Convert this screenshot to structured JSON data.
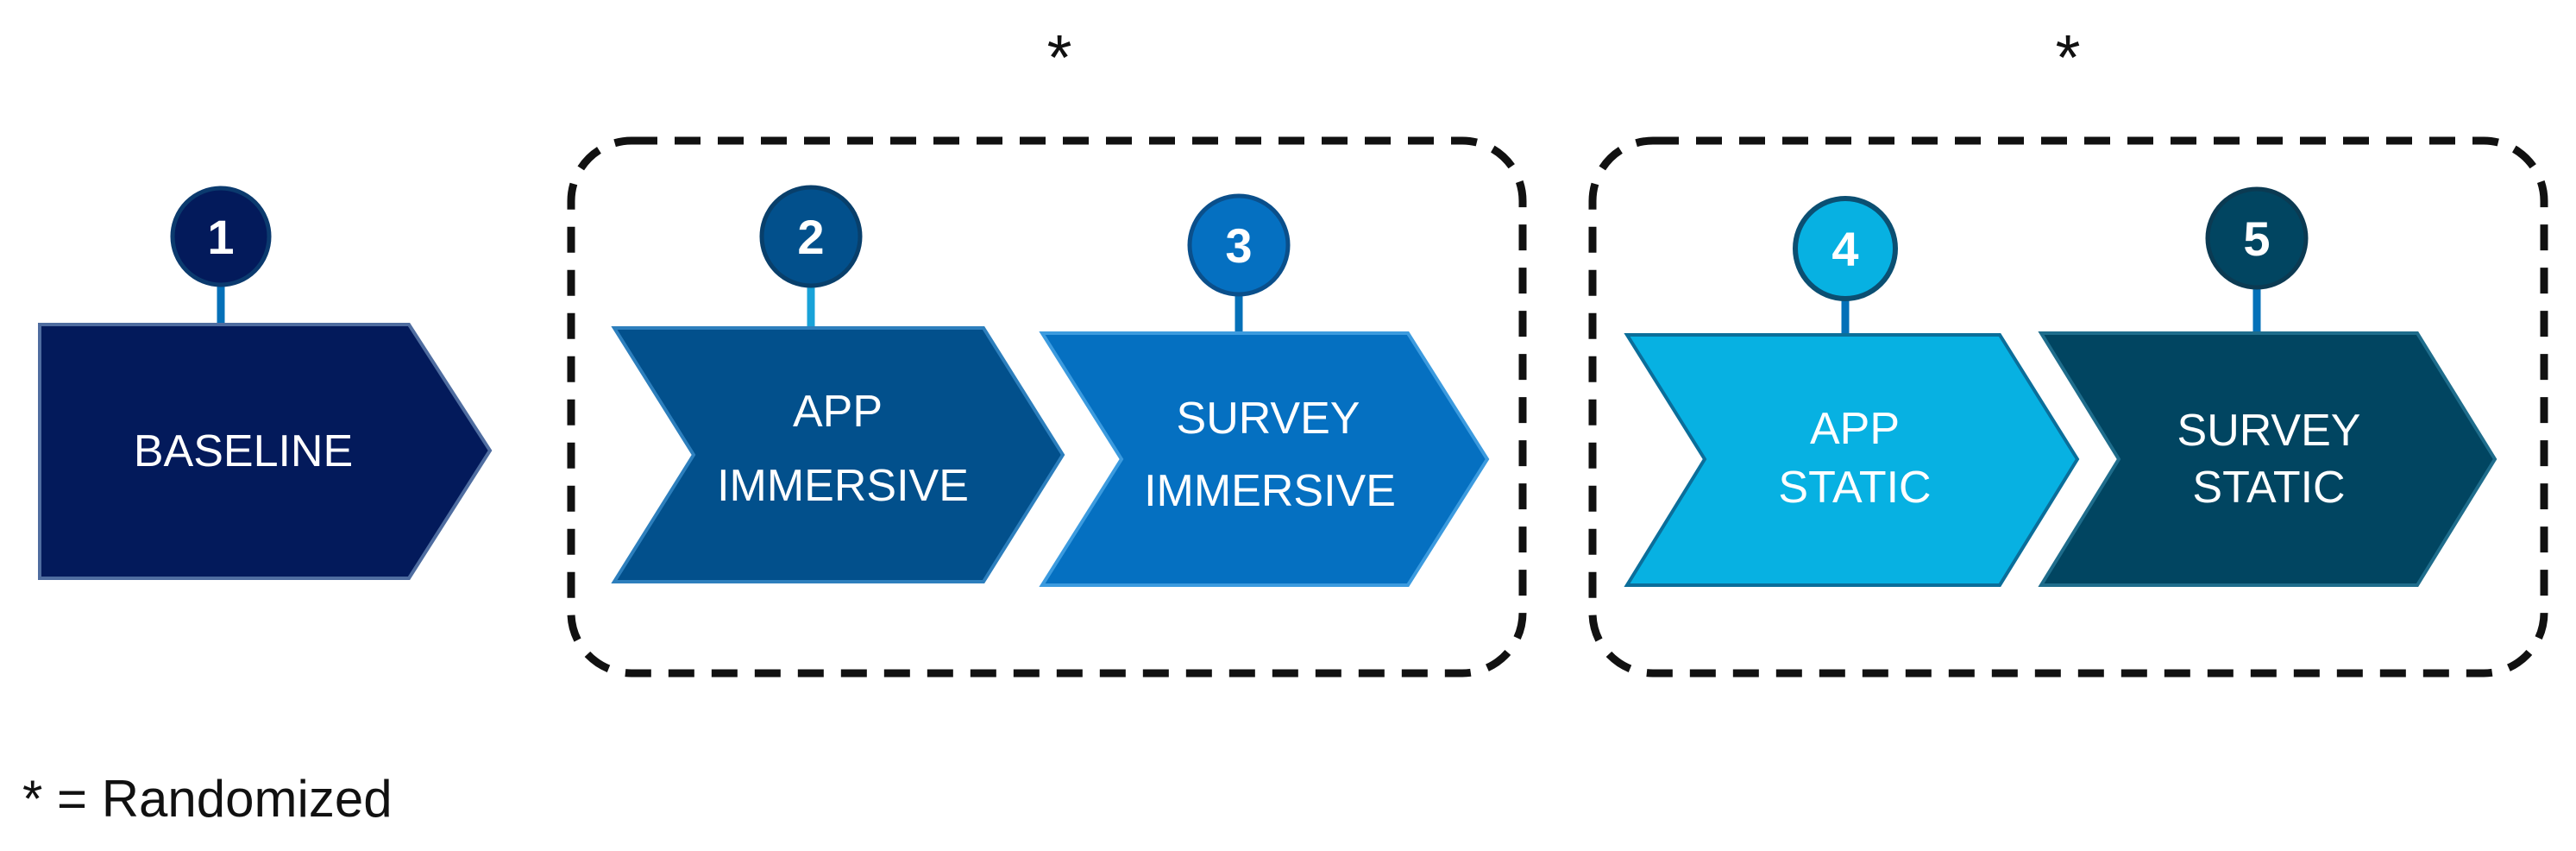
{
  "steps": [
    {
      "number": "1",
      "lines": [
        "BASELINE"
      ],
      "color": "#031a5b"
    },
    {
      "number": "2",
      "lines": [
        "APP",
        "IMMERSIVE"
      ],
      "color": "#02508c"
    },
    {
      "number": "3",
      "lines": [
        "SURVEY",
        "IMMERSIVE"
      ],
      "color": "#0570c1"
    },
    {
      "number": "4",
      "lines": [
        "APP",
        "STATIC"
      ],
      "color": "#07b1e2"
    },
    {
      "number": "5",
      "lines": [
        "SURVEY",
        "STATIC"
      ],
      "color": "#014561"
    }
  ],
  "groups": [
    {
      "marker": "*"
    },
    {
      "marker": "*"
    }
  ],
  "legend": "* = Randomized"
}
